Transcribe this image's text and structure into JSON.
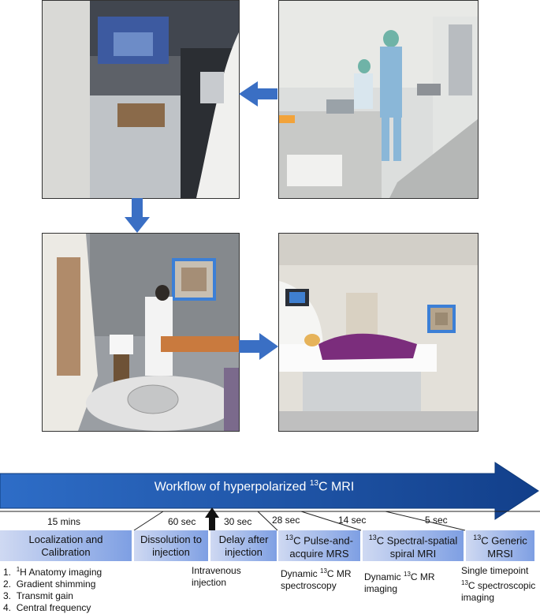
{
  "banner": {
    "prefix": "Workflow of hyperpolarized ",
    "isotope": "13",
    "suffix": "C MRI"
  },
  "durations": [
    "15 mins",
    "60 sec",
    "30 sec",
    "28 sec",
    "14 sec",
    "5 sec"
  ],
  "stages": [
    {
      "line1": "Localization and",
      "line2": "Calibration"
    },
    {
      "line1": "Dissolution to",
      "line2": "injection"
    },
    {
      "line1": "Delay after",
      "line2": "injection"
    },
    {
      "sup": "13",
      "line1": "C Pulse-and-",
      "line2": "acquire MRS"
    },
    {
      "sup": "13",
      "line1": "C Spectral-spatial",
      "line2": "spiral MRI"
    },
    {
      "sup": "13",
      "line1": "C Generic",
      "line2": "MRSI"
    }
  ],
  "localization_steps": [
    {
      "num": "1.",
      "sup": "1",
      "text": "H Anatomy imaging"
    },
    {
      "num": "2.",
      "text": "Gradient shimming"
    },
    {
      "num": "3.",
      "text": "Transmit gain"
    },
    {
      "num": "4.",
      "text": "Central frequency"
    }
  ],
  "notes": {
    "injection": {
      "line1": "Intravenous",
      "line2": "injection"
    },
    "pulse": {
      "pre": "Dynamic ",
      "sup": "13",
      "post": "C MR",
      "line2": "spectroscopy"
    },
    "spiral": {
      "pre": "Dynamic ",
      "sup": "13",
      "post": "C MR",
      "line2": "imaging"
    },
    "mrsi": {
      "line1": "Single timepoint",
      "sup": "13",
      "line2": "C spectroscopic",
      "line3": "imaging"
    }
  },
  "colors": {
    "arrow_blue": "#2a5db4",
    "banner_dark": "#1f4f9e",
    "highlight_blue": "#3c7fd6"
  }
}
